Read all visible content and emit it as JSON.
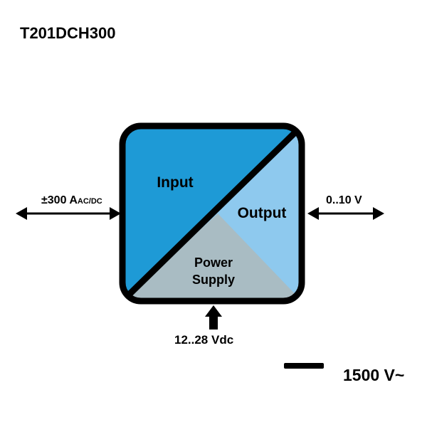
{
  "title": "T201DCH300",
  "block": {
    "input_label": "Input",
    "output_label": "Output",
    "power_label_line1": "Power",
    "power_label_line2": "Supply"
  },
  "signals": {
    "input_main": "±300 A",
    "input_sub": "AC/DC",
    "output": "0..10 V",
    "supply": "12..28 Vdc"
  },
  "isolation": "1500 V~",
  "colors": {
    "input_region": "#1E9AD6",
    "output_region": "#8EC9EE",
    "power_region": "#A9BCC3",
    "outline": "#000000"
  }
}
